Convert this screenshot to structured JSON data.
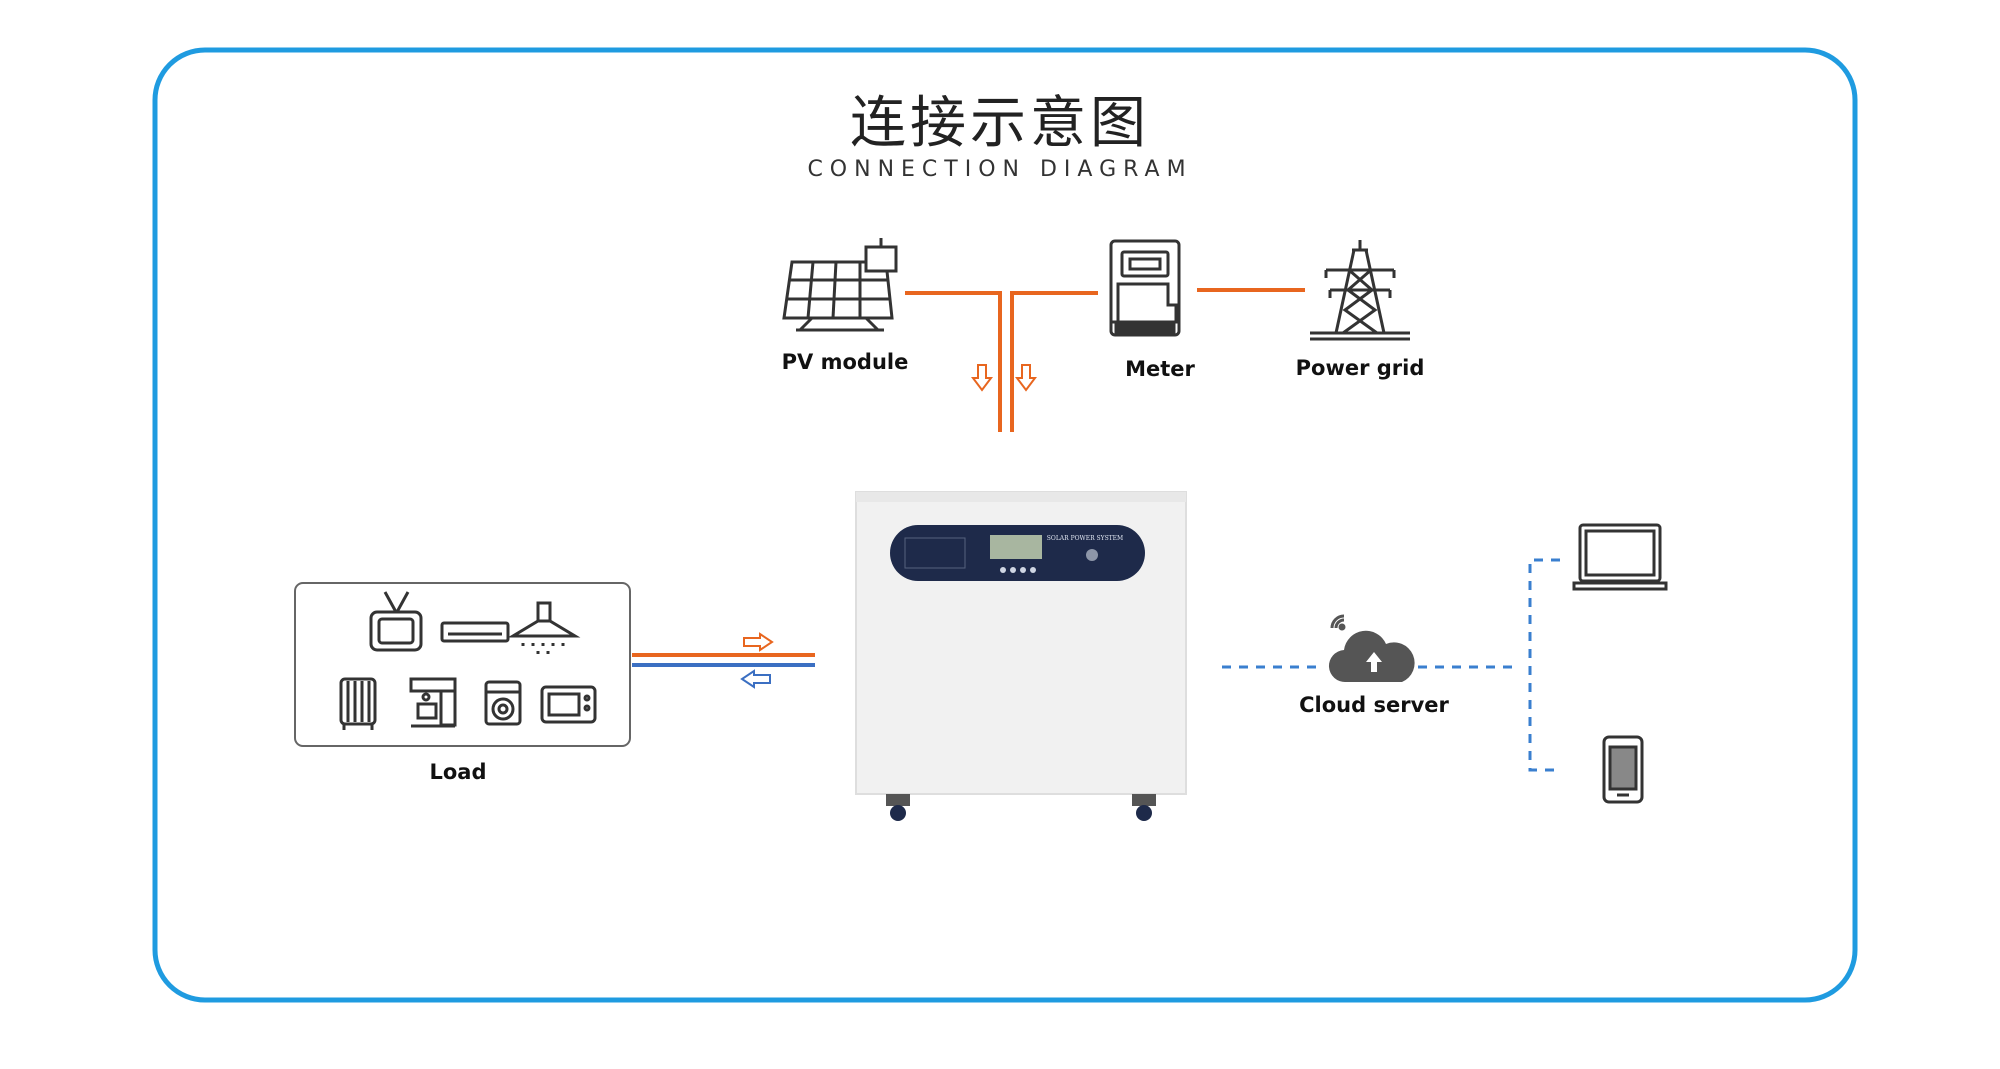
{
  "title": {
    "chinese": "连接示意图",
    "english": "CONNECTION DIAGRAM"
  },
  "labels": {
    "pv_module": "PV module",
    "meter": "Meter",
    "power_grid": "Power grid",
    "load": "Load",
    "cloud_server": "Cloud server"
  },
  "device_panel": {
    "brand_text": "SOLAR POWER SYSTEM"
  },
  "colors": {
    "frame_border": "#1f9be0",
    "power_line": "#e8661f",
    "return_line": "#3b6fc2",
    "data_line": "#3a7fcf",
    "icon_stroke": "#333333",
    "device_body": "#f1f1f1",
    "panel_bg": "#1e2a4a"
  },
  "icons": [
    "solar-panel-icon",
    "meter-icon",
    "power-tower-icon",
    "tv-icon",
    "ac-unit-icon",
    "range-hood-icon",
    "heater-icon",
    "coffee-machine-icon",
    "washing-machine-icon",
    "microwave-icon",
    "wifi-icon",
    "cloud-upload-icon",
    "laptop-icon",
    "smartphone-icon"
  ]
}
